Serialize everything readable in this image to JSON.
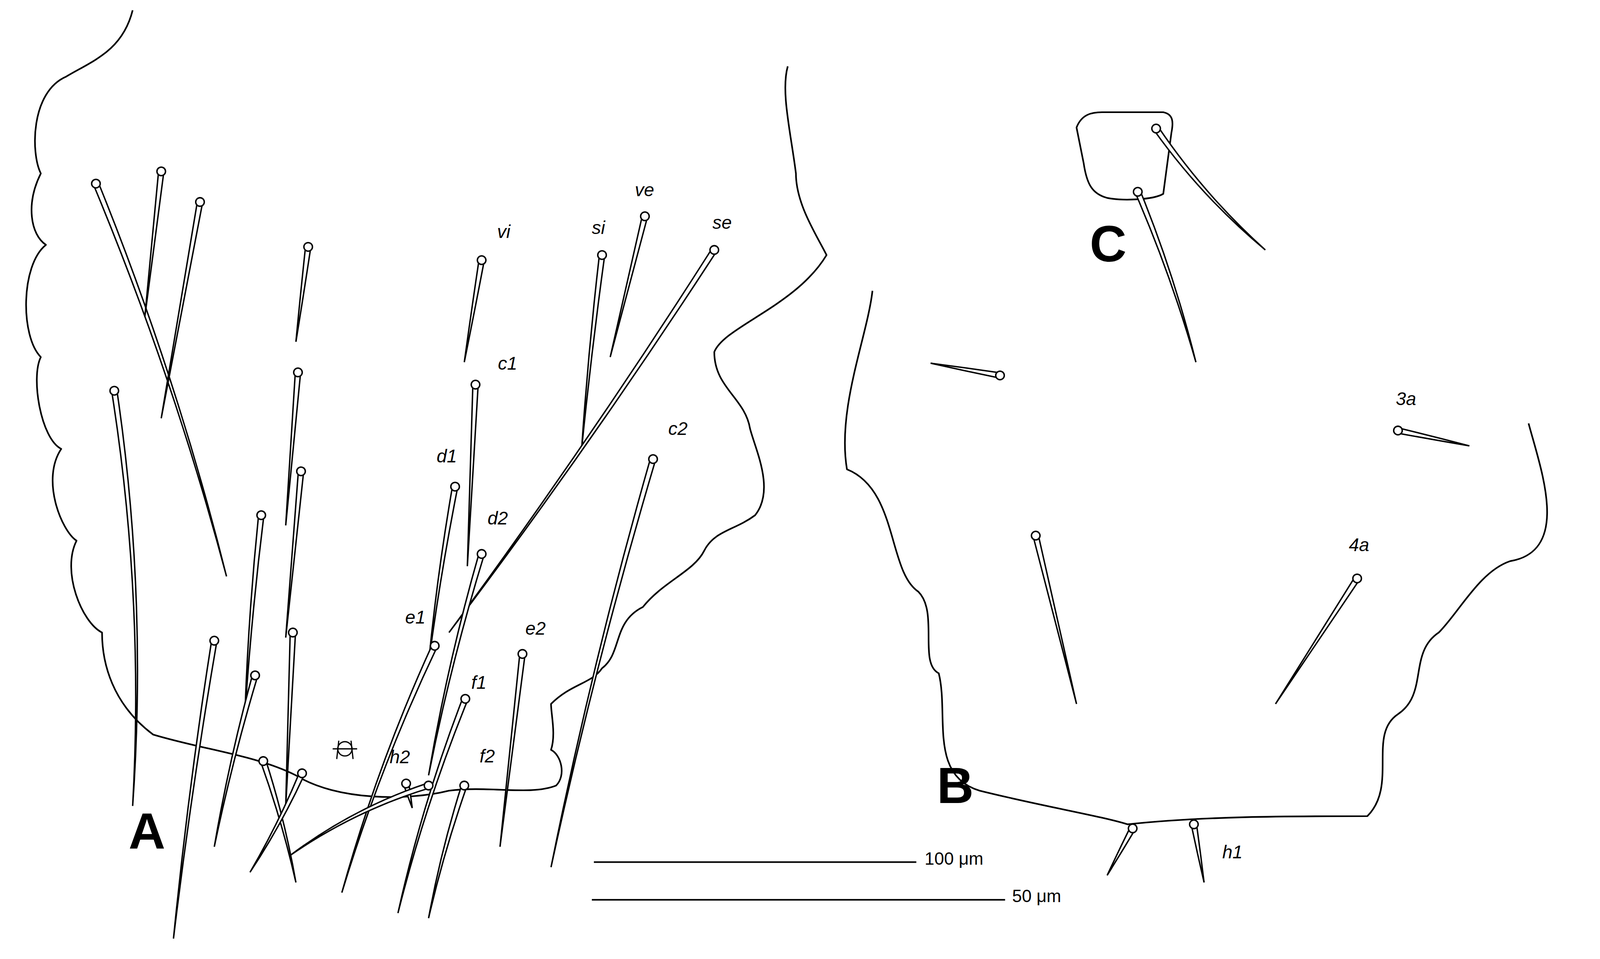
{
  "diagram": {
    "labels": [
      "vi",
      "si",
      "ve",
      "se",
      "c1",
      "d1",
      "d2",
      "c2",
      "e1",
      "e2",
      "f1",
      "h2",
      "f2",
      "A",
      "100 μm",
      "50 μm",
      "B",
      "3a",
      "4a",
      "h1",
      "C"
    ]
  }
}
